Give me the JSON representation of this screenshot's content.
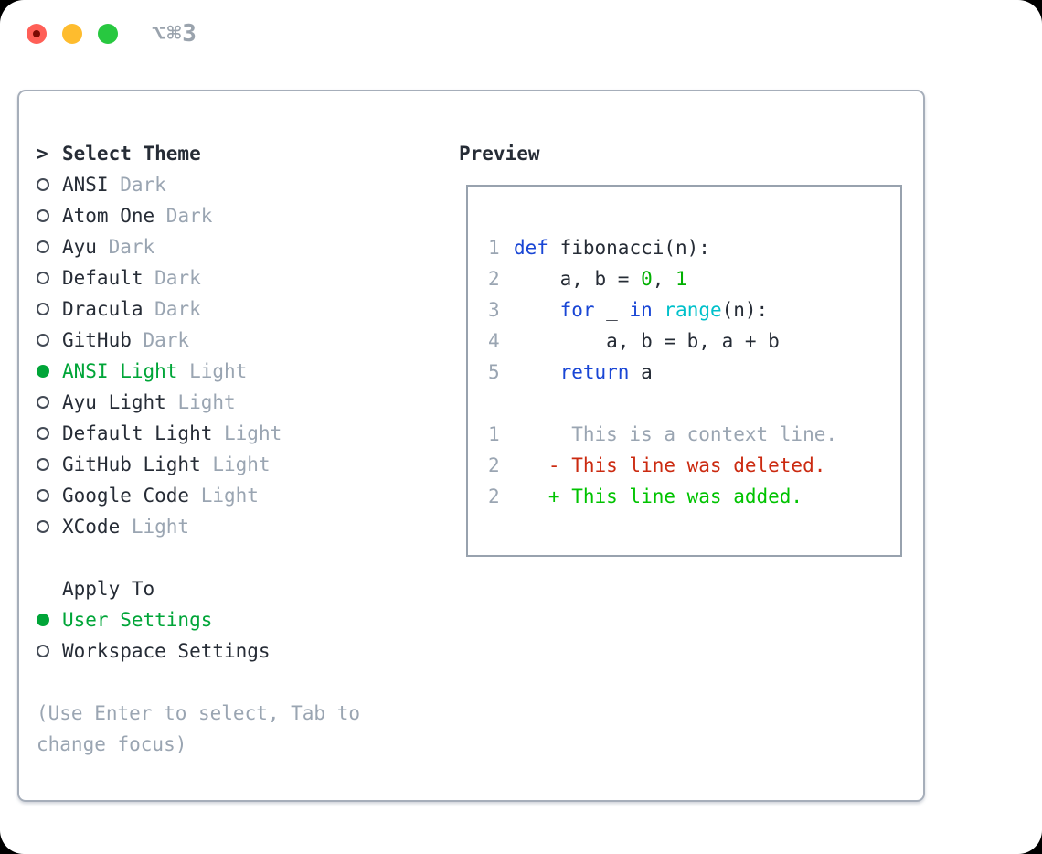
{
  "window": {
    "title_shortcut": "⌥⌘3"
  },
  "titlebar_buttons": [
    "close",
    "minimize",
    "zoom"
  ],
  "theme_menu": {
    "header_marker": ">",
    "header": "Select Theme",
    "items": [
      {
        "name": "ANSI",
        "variant": "Dark",
        "selected": false
      },
      {
        "name": "Atom One",
        "variant": "Dark",
        "selected": false
      },
      {
        "name": "Ayu",
        "variant": "Dark",
        "selected": false
      },
      {
        "name": "Default",
        "variant": "Dark",
        "selected": false
      },
      {
        "name": "Dracula",
        "variant": "Dark",
        "selected": false
      },
      {
        "name": "GitHub",
        "variant": "Dark",
        "selected": false
      },
      {
        "name": "ANSI Light",
        "variant": "Light",
        "selected": true
      },
      {
        "name": "Ayu Light",
        "variant": "Light",
        "selected": false
      },
      {
        "name": "Default Light",
        "variant": "Light",
        "selected": false
      },
      {
        "name": "GitHub Light",
        "variant": "Light",
        "selected": false
      },
      {
        "name": "Google Code",
        "variant": "Light",
        "selected": false
      },
      {
        "name": "XCode",
        "variant": "Light",
        "selected": false
      }
    ]
  },
  "apply_to": {
    "header": "Apply To",
    "options": [
      {
        "label": "User Settings",
        "selected": true
      },
      {
        "label": "Workspace Settings",
        "selected": false
      }
    ]
  },
  "hint": "(Use Enter to select, Tab to change focus)",
  "preview": {
    "title": "Preview",
    "lines": [
      {
        "num": "1",
        "tokens": [
          {
            "text": "def",
            "color": "blue"
          },
          {
            "text": " fibonacci(n):",
            "color": "fg"
          }
        ]
      },
      {
        "num": "2",
        "tokens": [
          {
            "text": "    a, b = ",
            "color": "fg"
          },
          {
            "text": "0",
            "color": "green"
          },
          {
            "text": ", ",
            "color": "fg"
          },
          {
            "text": "1",
            "color": "green"
          }
        ]
      },
      {
        "num": "3",
        "tokens": [
          {
            "text": "    ",
            "color": "fg"
          },
          {
            "text": "for",
            "color": "blue"
          },
          {
            "text": " _ ",
            "color": "fg"
          },
          {
            "text": "in",
            "color": "blue"
          },
          {
            "text": " ",
            "color": "fg"
          },
          {
            "text": "range",
            "color": "cyan"
          },
          {
            "text": "(n):",
            "color": "fg"
          }
        ]
      },
      {
        "num": "4",
        "tokens": [
          {
            "text": "        a, b = b, a + b",
            "color": "fg"
          }
        ]
      },
      {
        "num": "5",
        "tokens": [
          {
            "text": "    ",
            "color": "fg"
          },
          {
            "text": "return",
            "color": "blue"
          },
          {
            "text": " a",
            "color": "fg"
          }
        ]
      },
      {
        "num": "",
        "tokens": []
      },
      {
        "num": "1",
        "tokens": [
          {
            "text": "     This is a context line.",
            "color": "gray"
          }
        ]
      },
      {
        "num": "2",
        "tokens": [
          {
            "text": "   - This line was deleted.",
            "color": "red"
          }
        ]
      },
      {
        "num": "2",
        "tokens": [
          {
            "text": "   + This line was added.",
            "color": "added"
          }
        ]
      }
    ]
  },
  "colors": {
    "text_dark": "#262c36",
    "muted_gray": "#9aa5b2",
    "accent_green": "#00a538",
    "added_green": "#00c300",
    "code_green": "#00b000",
    "keyword_blue": "#1946d5",
    "builtin_cyan": "#00c0ca",
    "deleted_red": "#cb2a10",
    "traffic_red": "#ff5f57",
    "traffic_yellow": "#febc2e",
    "traffic_green": "#28c840"
  }
}
